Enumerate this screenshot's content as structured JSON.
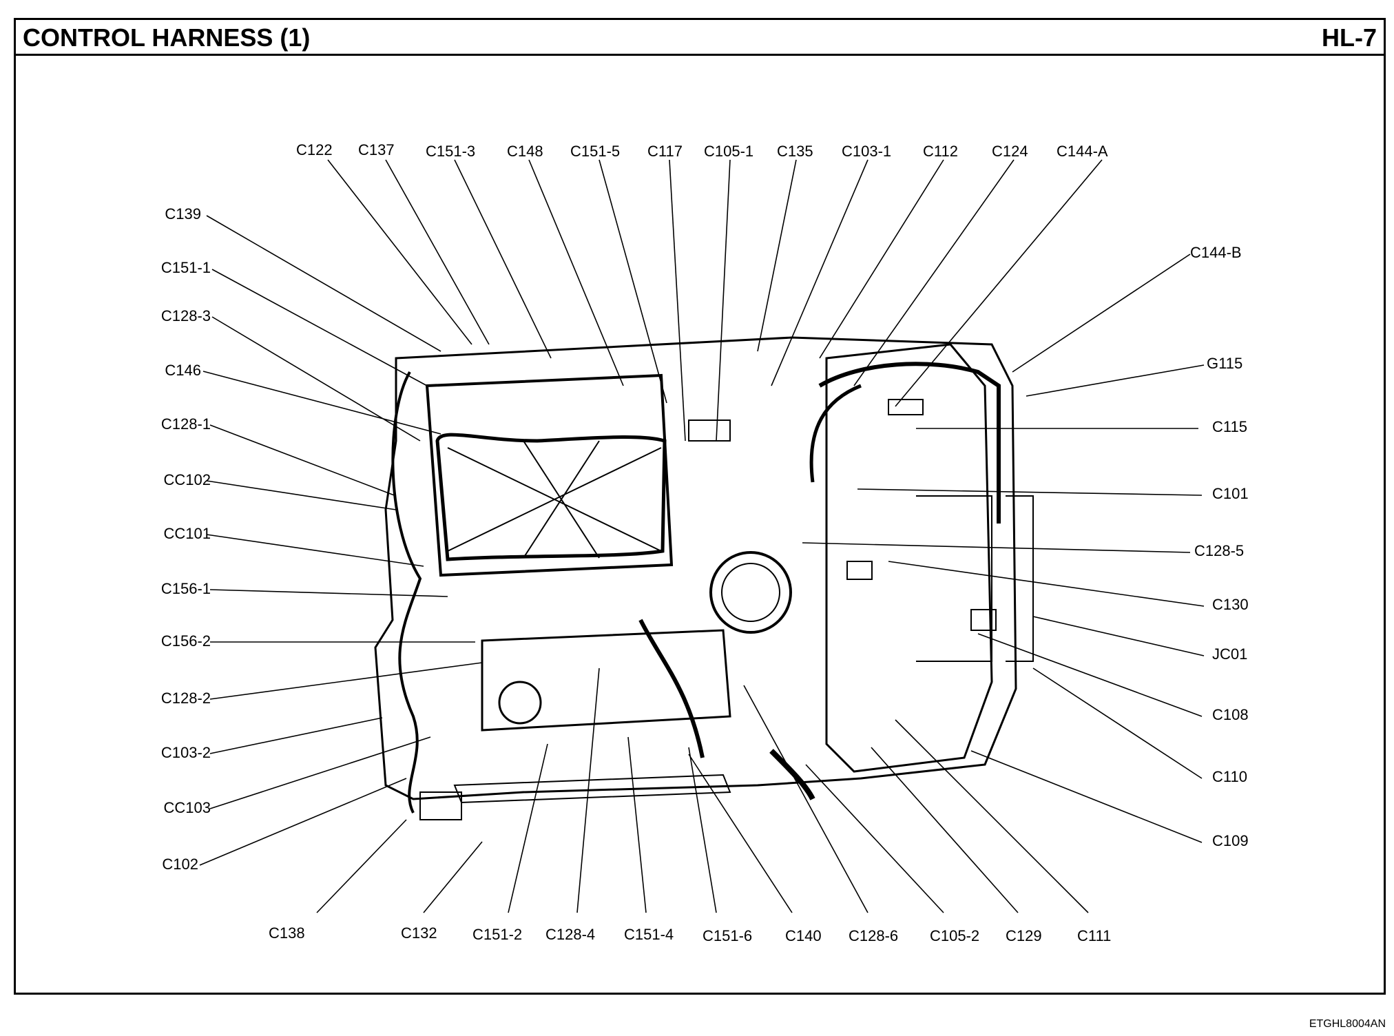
{
  "header": {
    "title": "CONTROL HARNESS (1)",
    "page": "HL-7"
  },
  "diagram_code": "ETGHL8004AN",
  "labels": {
    "top": [
      "C122",
      "C137",
      "C151-3",
      "C148",
      "C151-5",
      "C117",
      "C105-1",
      "C135",
      "C103-1",
      "C112",
      "C124",
      "C144-A"
    ],
    "left": [
      "C139",
      "C151-1",
      "C128-3",
      "C146",
      "C128-1",
      "CC102",
      "CC101",
      "C156-1",
      "C156-2",
      "C128-2",
      "C103-2",
      "CC103",
      "C102"
    ],
    "right": [
      "C144-B",
      "G115",
      "C115",
      "C101",
      "C128-5",
      "C130",
      "JC01",
      "C108",
      "C110",
      "C109"
    ],
    "bottom": [
      "C138",
      "C132",
      "C151-2",
      "C128-4",
      "C151-4",
      "C151-6",
      "C140",
      "C128-6",
      "C105-2",
      "C129",
      "C111"
    ]
  }
}
